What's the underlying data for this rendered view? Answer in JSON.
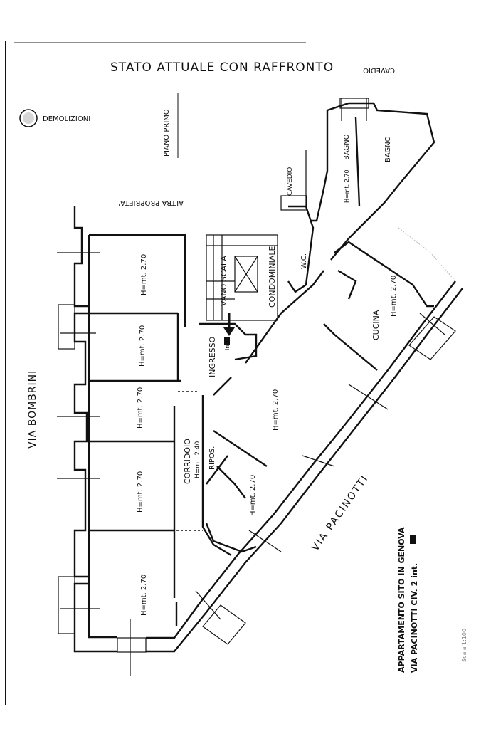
{
  "title": "STATO ATTUALE CON RAFFRONTO",
  "title_overlay": "CAVEDIO",
  "floor": "PIANO PRIMO",
  "legend": {
    "demolition_label": "DEMOLIZIONI"
  },
  "neighbour": "ALTRA PROPRIETA'",
  "streets": {
    "left": "VIA BOMBRINI",
    "diagonal": "VIA PACINOTTI"
  },
  "rooms": {
    "vano_scala": "VANO SCALA",
    "condominiale": "CONDOMINIALE",
    "wc": "W.C.",
    "cavedio": "CAVEDIO",
    "bagno1": "BAGNO",
    "bagno2": "BAGNO",
    "bagno_height": "H=mt. 2.70",
    "cucina": "CUCINA",
    "cucina_height": "H=mt. 2.70",
    "ingresso": "INGRESSO",
    "int_label": "int.",
    "corridoio": "CORRIDOIO",
    "corridoio_height": "H=mt. 2.40",
    "ripos": "RIPOS.",
    "soggiorno_height": "H=mt. 2.70",
    "camera_height": "H=mt. 2.70",
    "room1_height": "H=mt. 2.70",
    "room2_height": "H=mt. 2.70",
    "room3_height": "H=mt. 2.70",
    "room4_height": "H=mt. 2.70",
    "room5_height": "H=mt. 2.70"
  },
  "caption": {
    "line1": "APPARTAMENTO SITO IN GENOVA",
    "line2": "VIA PACINOTTI CIV. 2 int."
  },
  "scale_fragment": "Scala 1:100"
}
